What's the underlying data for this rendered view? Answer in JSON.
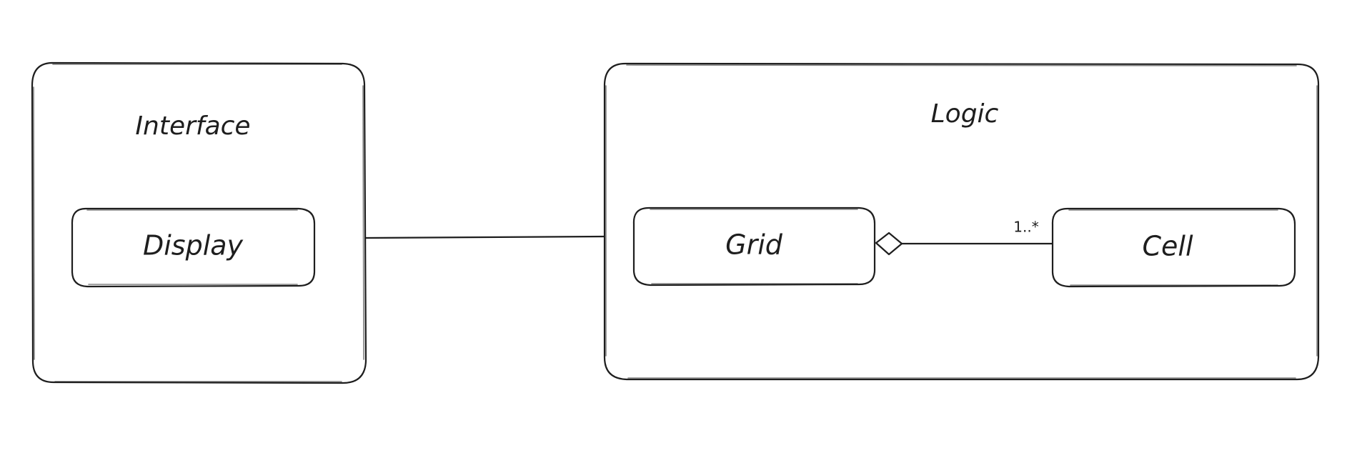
{
  "containers": {
    "interface": {
      "title": "Interface",
      "children": {
        "display": "Display"
      }
    },
    "logic": {
      "title": "Logic",
      "children": {
        "grid": "Grid",
        "cell": "Cell"
      }
    }
  },
  "edges": {
    "interface_logic": {
      "from": "Interface",
      "to": "Logic",
      "type": "association"
    },
    "grid_cell": {
      "from": "Grid",
      "to": "Cell",
      "type": "aggregation",
      "multiplicity": "1..*"
    }
  },
  "colors": {
    "stroke": "#1e1e1e",
    "background": "#ffffff"
  }
}
